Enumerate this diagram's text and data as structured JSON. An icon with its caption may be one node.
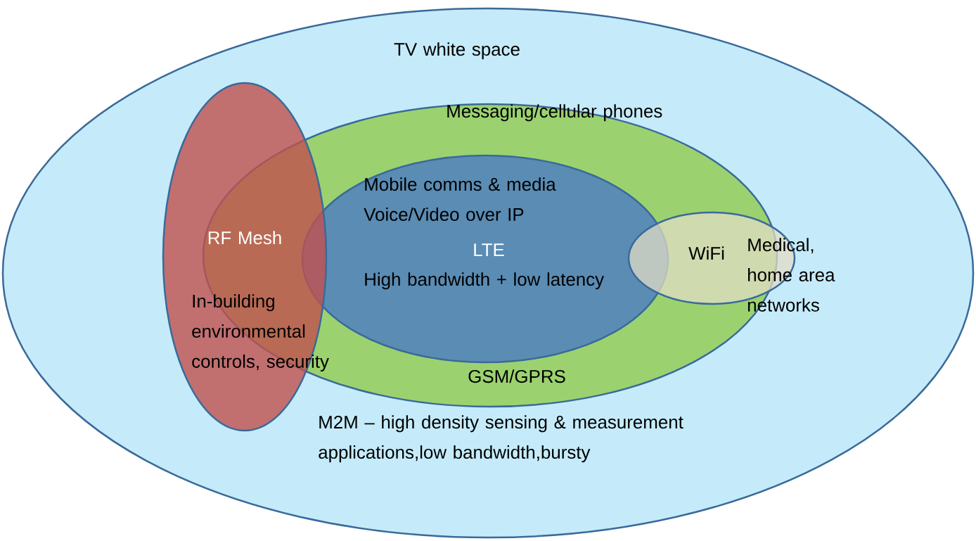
{
  "diagram": {
    "nodes": [
      {
        "text": [
          "TV white space",
          "M2M – high density sensing & measurement applications,low bandwidth,bursty"
        ]
      },
      {
        "text": [
          "RF Mesh",
          "In-building environmental controls, security"
        ],
        "in": 0
      },
      {
        "text": [
          "Messaging/cellular phones",
          "GSM/GPRS"
        ],
        "in": 0
      },
      {
        "text": [
          "Mobile comms & media Voice/Video over IP",
          "LTE",
          "High bandwidth + low latency"
        ],
        "in": 2
      },
      {
        "text": [
          "WiFi",
          "Medical, home area networks"
        ],
        "in": 0
      }
    ]
  }
}
